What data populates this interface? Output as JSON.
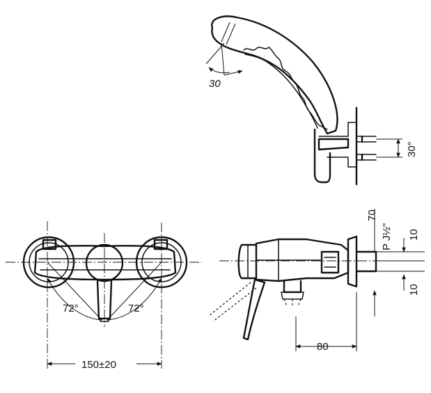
{
  "dimensions": {
    "handshower_angle": "30",
    "bracket_angle": "30°",
    "lever_angle_left": "72°",
    "lever_angle_right": "72°",
    "center_distance": "150±20",
    "projection": "80",
    "thread_label": "P J½\"",
    "dim_70": "70",
    "dim_10_upper": "10",
    "dim_10_lower": "10"
  }
}
